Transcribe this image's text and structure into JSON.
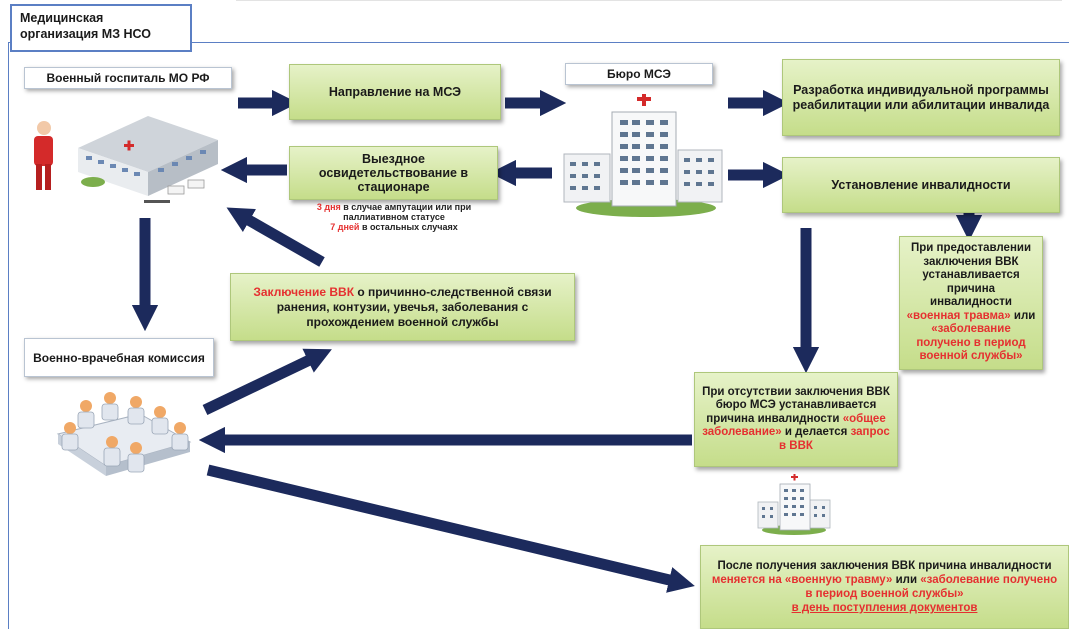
{
  "org_label": "Медицинская организация МЗ НСО",
  "hospital": {
    "label": "Военный госпиталь МО РФ"
  },
  "bureau": {
    "label": "Бюро МСЭ"
  },
  "commission": {
    "label": "Военно-врачебная комиссия"
  },
  "boxes": {
    "referral": "Направление на МСЭ",
    "onsite": "Выездное освидетельствование в стационаре",
    "rehab": "Разработка индивидуальной программы реабилитации или абилитации инвалида",
    "establish": "Установление инвалидности"
  },
  "onsite_note": {
    "part1_red": "3 дня",
    "part1": " в случае ампутации или при паллиативном статусе",
    "part2_red": "7 дней",
    "part2": " в остальных случаях"
  },
  "vvk_conclusion": {
    "red": "Заключение ВВК",
    "rest": " о причинно-следственной связи ранения, контузии, увечья, заболевания с прохождением военной службы"
  },
  "with_vvk": {
    "t1": "При предоставлении заключения ВВК устанавливается причина инвалидности ",
    "r1": "«военная травма»",
    "t2": " или ",
    "r2": "«заболевание получено в период военной службы»"
  },
  "without_vvk": {
    "t1": "При отсутствии заключения ВВК бюро МСЭ устанавливается причина инвалидности ",
    "r1": "«общее заболевание»",
    "t2": " и делается ",
    "r2": "запрос в ВВК"
  },
  "after_vvk": {
    "t1": "После получения заключения ВВК причина инвалидности ",
    "r1": "меняется на «военную травму»",
    "t2": " или ",
    "r2": "«заболевание получено в период военной службы»",
    "r3": "в день поступления документов"
  },
  "colors": {
    "arrow": "#1c2a5c",
    "accent_red": "#e53030",
    "box_green": "#c5dd8a",
    "frame_blue": "#5b7fc4"
  }
}
